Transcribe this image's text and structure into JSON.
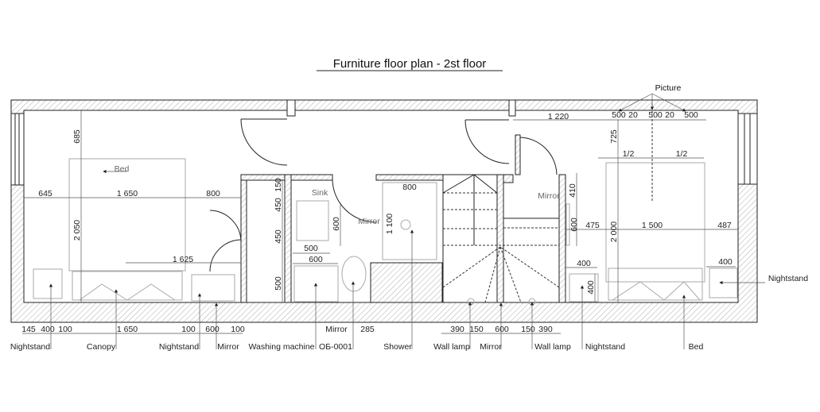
{
  "title": "Furniture floor plan - 2st floor",
  "picture_label": "Picture",
  "room_labels": {
    "bed_left": "Bed",
    "sink": "Sink",
    "mirror_bath": "Mirror",
    "mirror_hall": "Mirror",
    "nightstand_right": "Nightstand"
  },
  "dimensions": {
    "d685": "685",
    "d645": "645",
    "d1650": "1 650",
    "d800": "800",
    "d2050": "2 050",
    "d1625": "1 625",
    "d150": "150",
    "d450a": "450",
    "d450b": "450",
    "d500v": "500",
    "d600v": "600",
    "d500": "500",
    "d600": "600",
    "d800b": "800",
    "d1100": "1 100",
    "d1220": "1 220",
    "pic": [
      "500",
      "20",
      "500",
      "20",
      "500"
    ],
    "d725": "725",
    "half1": "1/2",
    "half2": "1/2",
    "d410": "410",
    "d600c": "600",
    "d475": "475",
    "d2000": "2 000",
    "d1500": "1 500",
    "d487": "487",
    "d400a": "400",
    "d400v": "400",
    "d400b": "400"
  },
  "bottom_dims": [
    "145",
    "400",
    "100",
    "1 650",
    "100",
    "600",
    "100",
    "Mirror",
    "285",
    "390",
    "150",
    "600",
    "150",
    "390"
  ],
  "bottom_labels": [
    "Nightstand",
    "Canopy",
    "Nightstand",
    "Mirror",
    "Washing machine",
    "ОБ-0001",
    "Shower",
    "Wall lamp",
    "Mirror",
    "Wall lamp",
    "Nightstand",
    "Bed"
  ]
}
